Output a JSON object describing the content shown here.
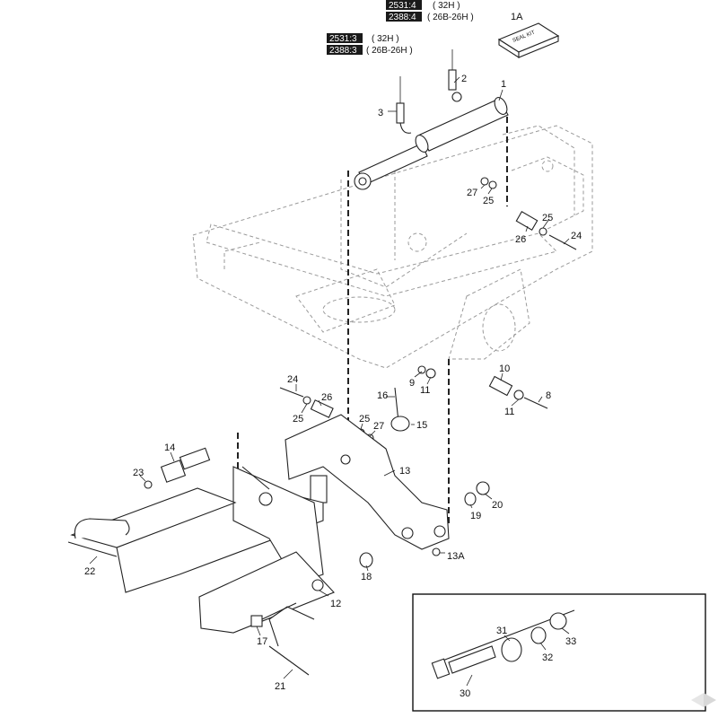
{
  "reference_tags": {
    "top_a": {
      "code": "2531:4",
      "model": "( 32H )"
    },
    "top_b": {
      "code": "2388:4",
      "model": "( 26B-26H )"
    },
    "mid_a": {
      "code": "2531:3",
      "model": "( 32H )"
    },
    "mid_b": {
      "code": "2388:3",
      "model": "( 26B-26H )"
    }
  },
  "seal_kit": {
    "callout": "1A",
    "box_text": "SEAL KIT"
  },
  "callouts": {
    "c1": "1",
    "c2": "2",
    "c3": "3",
    "c27a": "27",
    "c25a": "25",
    "c25b": "25",
    "c26a": "26",
    "c24a": "24",
    "c9": "9",
    "c11a": "11",
    "c10": "10",
    "c8": "8",
    "c11b": "11",
    "c16": "16",
    "c15": "15",
    "c24b": "24",
    "c26b": "26",
    "c25c": "25",
    "c25d": "25",
    "c27b": "27",
    "c14": "14",
    "c23": "23",
    "c13": "13",
    "c19": "19",
    "c20": "20",
    "c13a": "13A",
    "c22": "22",
    "c18": "18",
    "c12": "12",
    "c17": "17",
    "c21": "21",
    "c31": "31",
    "c32": "32",
    "c33": "33",
    "c30": "30"
  }
}
